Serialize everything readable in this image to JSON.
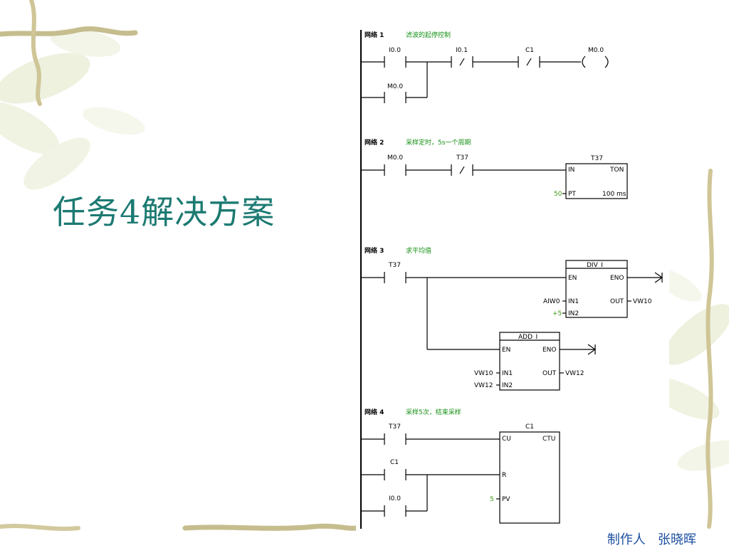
{
  "slide": {
    "title": "任务4解决方案",
    "author": "制作人   张晓晖"
  },
  "networks": [
    {
      "label": "网络 1",
      "comment": "滤波的起停控制",
      "contacts": [
        "I0.0",
        "I0.1",
        "C1",
        "M0.0"
      ],
      "coil": "M0.0"
    },
    {
      "label": "网络 2",
      "comment": "采样定时，5s一个周期",
      "contacts": [
        "M0.0",
        "T37"
      ],
      "box": {
        "name": "T37",
        "type": "TON",
        "in": "IN",
        "pt": "PT",
        "pt_value": "50",
        "res": "100 ms"
      }
    },
    {
      "label": "网络 3",
      "comment": "求平均值",
      "contacts": [
        "T37"
      ],
      "div": {
        "name": "DIV_I",
        "en": "EN",
        "eno": "ENO",
        "in1": "IN1",
        "in2": "IN2",
        "out": "OUT",
        "in1_value": "AIW0",
        "in2_value": "+5",
        "out_value": "VW10"
      },
      "add": {
        "name": "ADD_I",
        "en": "EN",
        "eno": "ENO",
        "in1": "IN1",
        "in2": "IN2",
        "out": "OUT",
        "in1_value": "VW10",
        "in2_value": "VW12",
        "out_value": "VW12"
      }
    },
    {
      "label": "网络 4",
      "comment": "采样5次，结束采样",
      "contacts": [
        "T37",
        "C1",
        "I0.0"
      ],
      "counter": {
        "name": "C1",
        "type": "CTU",
        "cu": "CU",
        "r": "R",
        "pv": "PV",
        "pv_value": "5"
      }
    }
  ],
  "colors": {
    "title": "#1c7a72",
    "comment": "#149014",
    "footer": "#1c4fa0",
    "leaf": "#d8dfb8"
  }
}
